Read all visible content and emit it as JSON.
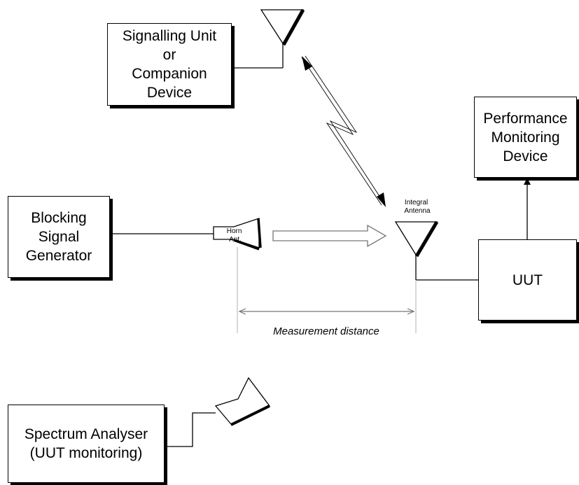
{
  "boxes": {
    "signalling_unit": [
      "Signalling Unit",
      "or",
      "Companion",
      "Device"
    ],
    "performance_monitor": [
      "Performance",
      "Monitoring",
      "Device"
    ],
    "blocking_generator": [
      "Blocking",
      "Signal",
      "Generator"
    ],
    "uut": [
      "UUT"
    ],
    "spectrum_analyser": [
      "Spectrum Analyser",
      "(UUT monitoring)"
    ]
  },
  "labels": {
    "horn_ant": [
      "Horn",
      "Ant."
    ],
    "integral_antenna": [
      "Integral",
      "Antenna"
    ],
    "measurement_distance": "Measurement distance"
  },
  "colors": {
    "line": "#000000",
    "guide": "#b0b0b0",
    "background": "#ffffff"
  }
}
